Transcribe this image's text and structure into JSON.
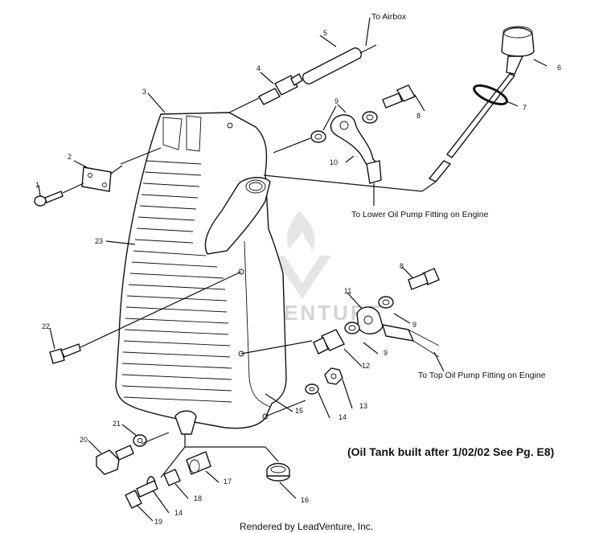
{
  "callouts": {
    "to_airbox": "To Airbox",
    "to_lower_pump": "To Lower Oil Pump Fitting on Engine",
    "to_top_pump": "To Top Oil Pump Fitting on Engine"
  },
  "note": "(Oil Tank built after 1/02/02 See Pg. E8)",
  "footer": "Rendered by LeadVenture, Inc.",
  "watermark": "LEADVENTURE",
  "parts": [
    {
      "id": "p1",
      "label": "1"
    },
    {
      "id": "p2",
      "label": "2"
    },
    {
      "id": "p3",
      "label": "3"
    },
    {
      "id": "p4",
      "label": "4"
    },
    {
      "id": "p5",
      "label": "5"
    },
    {
      "id": "p6",
      "label": "6"
    },
    {
      "id": "p7",
      "label": "7"
    },
    {
      "id": "p8a",
      "label": "8"
    },
    {
      "id": "p9a",
      "label": "9"
    },
    {
      "id": "p10",
      "label": "10"
    },
    {
      "id": "p23",
      "label": "23"
    },
    {
      "id": "p8b",
      "label": "8"
    },
    {
      "id": "p11",
      "label": "11"
    },
    {
      "id": "p9b",
      "label": "9"
    },
    {
      "id": "p9c",
      "label": "9"
    },
    {
      "id": "p22",
      "label": "22"
    },
    {
      "id": "p12",
      "label": "12"
    },
    {
      "id": "p13",
      "label": "13"
    },
    {
      "id": "p14a",
      "label": "14"
    },
    {
      "id": "p15",
      "label": "15"
    },
    {
      "id": "p21",
      "label": "21"
    },
    {
      "id": "p20",
      "label": "20"
    },
    {
      "id": "p17",
      "label": "17"
    },
    {
      "id": "p18",
      "label": "18"
    },
    {
      "id": "p14b",
      "label": "14"
    },
    {
      "id": "p19",
      "label": "19"
    },
    {
      "id": "p16",
      "label": "16"
    }
  ]
}
